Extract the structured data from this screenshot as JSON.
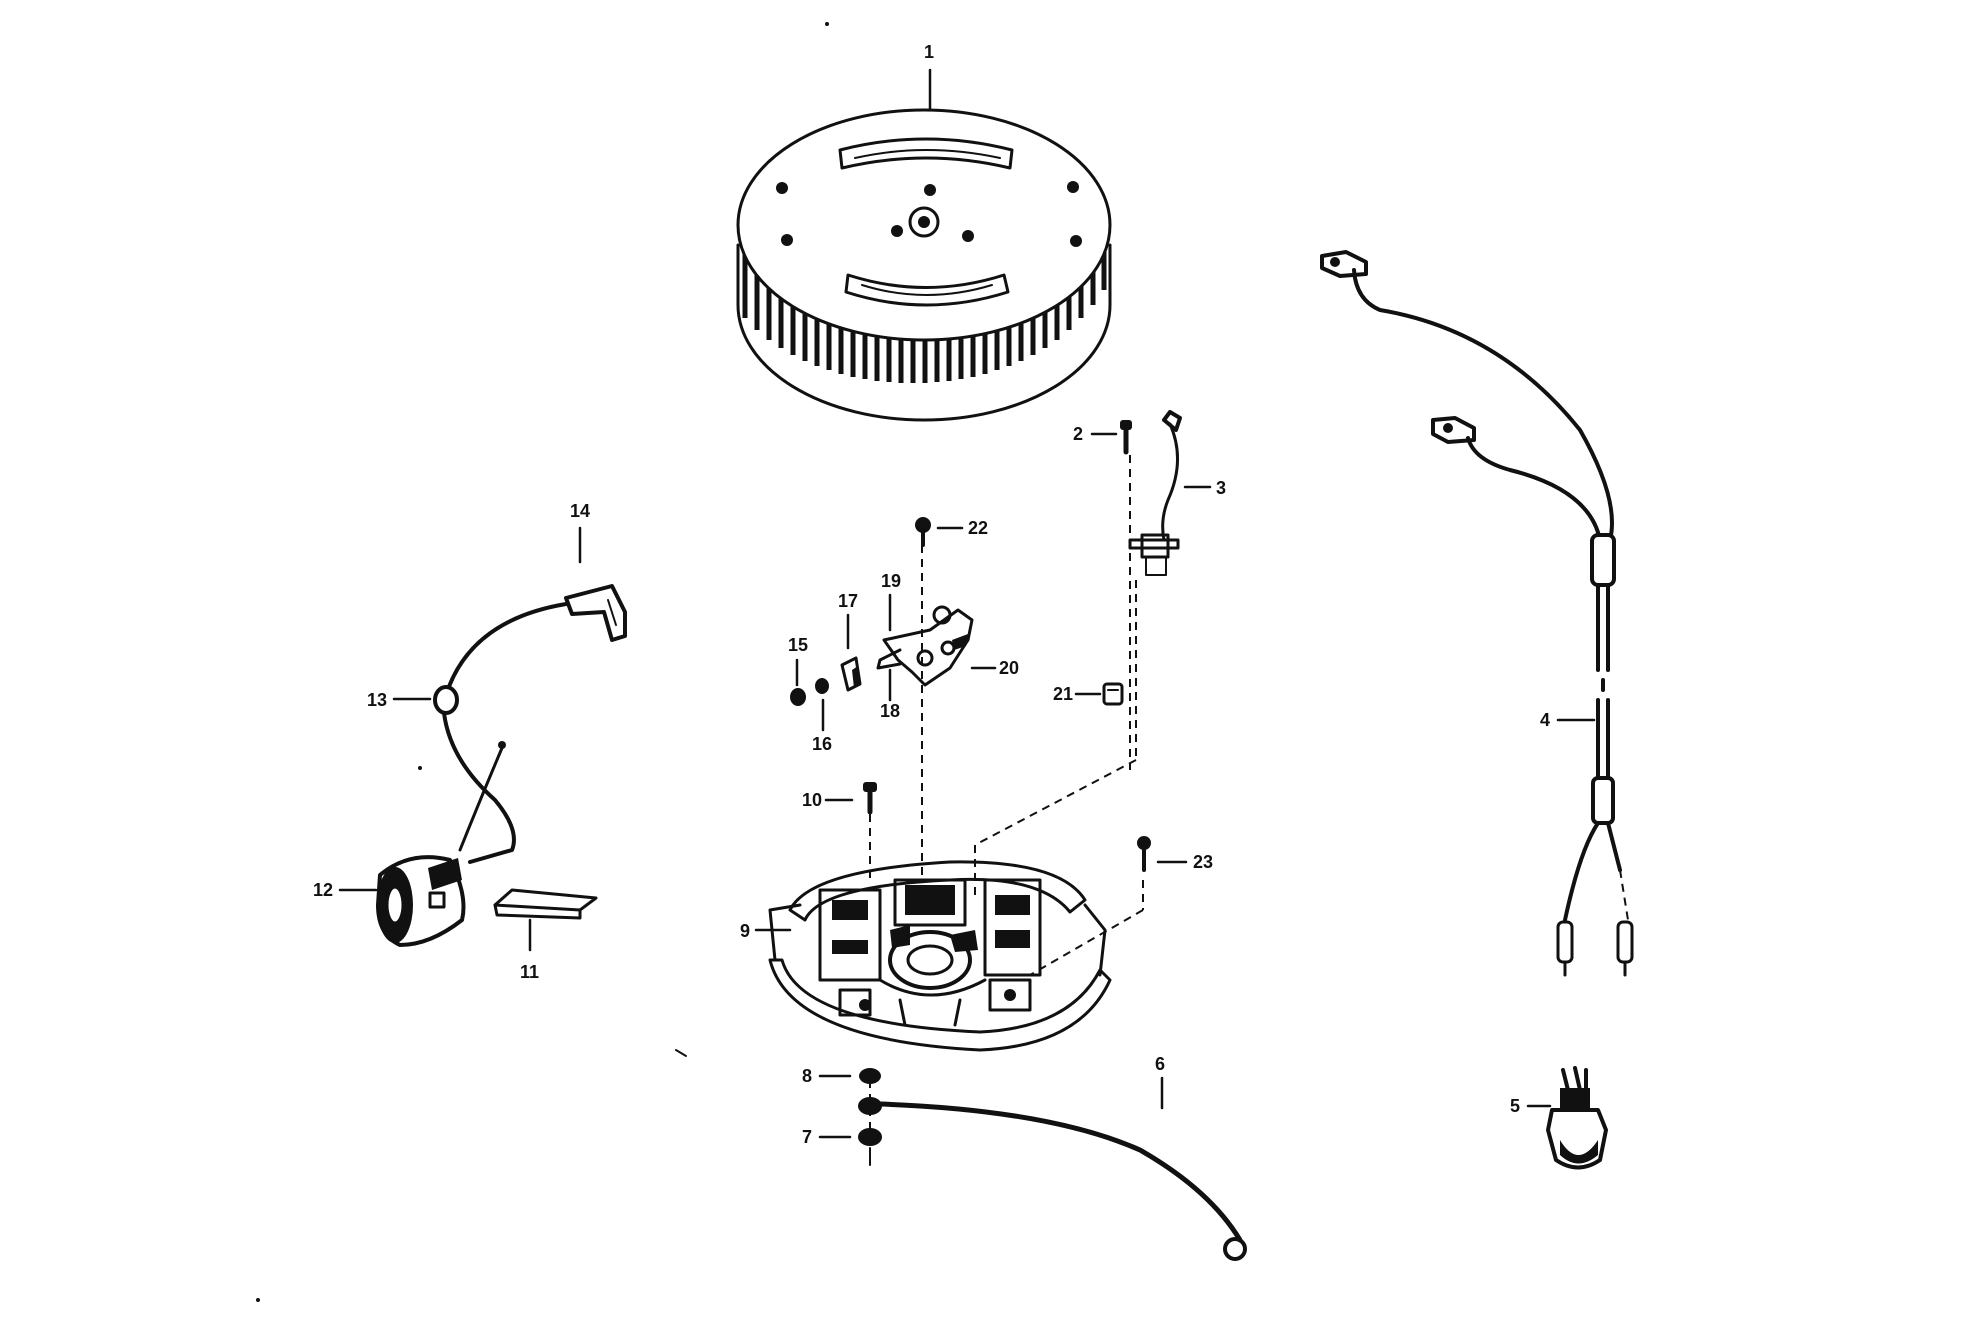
{
  "diagram": {
    "colors": {
      "ink": "#111111",
      "paper": "#ffffff"
    },
    "callouts": [
      "1",
      "2",
      "3",
      "4",
      "5",
      "6",
      "7",
      "8",
      "9",
      "10",
      "11",
      "12",
      "13",
      "14",
      "15",
      "16",
      "17",
      "18",
      "19",
      "20",
      "21",
      "22",
      "23"
    ]
  }
}
